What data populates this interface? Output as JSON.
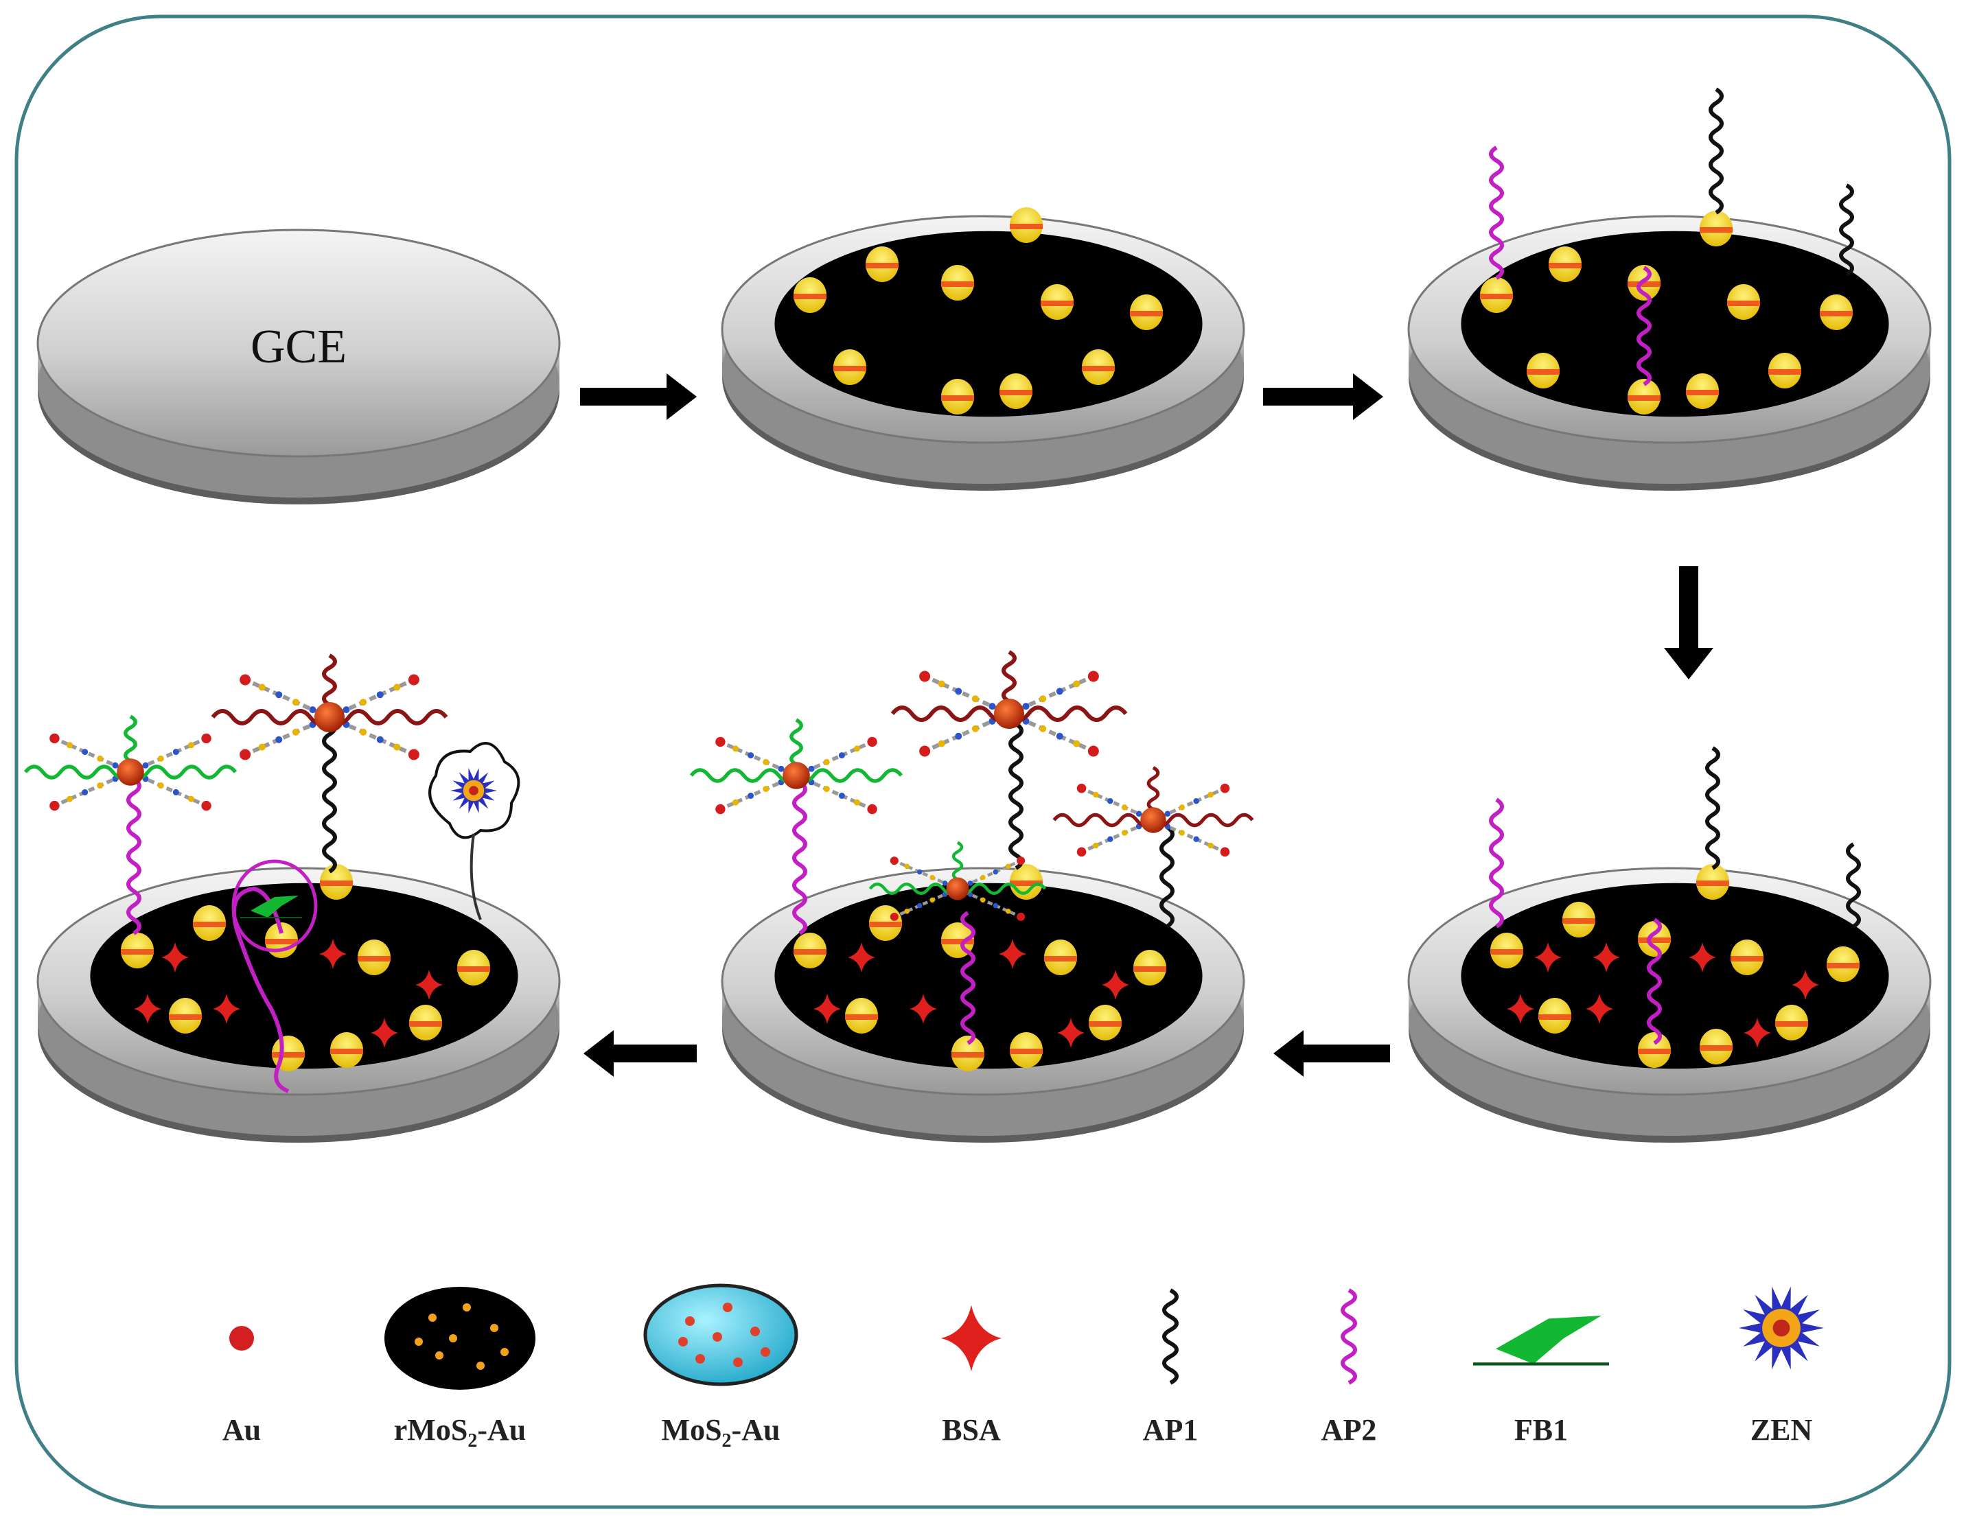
{
  "electrode_label": "GCE",
  "legend": {
    "au": "Au",
    "rmos2_au": {
      "prefix": "rMoS",
      "sub": "2",
      "suffix": "-Au"
    },
    "mos2_au": {
      "prefix": "MoS",
      "sub": "2",
      "suffix": "-Au"
    },
    "bsa": "BSA",
    "ap1": "AP1",
    "ap2": "AP2",
    "fb1": "FB1",
    "zen": "ZEN"
  },
  "colors": {
    "frame": "#3f7f86",
    "surface": "#000000",
    "au_particle": "#f6d40a",
    "au_band": "#ee5a1e",
    "ap1": "#111111",
    "ap2": "#c21fc4",
    "fb1": "#12b832",
    "mos2_probe": "#8b1414",
    "bsa": "#e0201c"
  }
}
